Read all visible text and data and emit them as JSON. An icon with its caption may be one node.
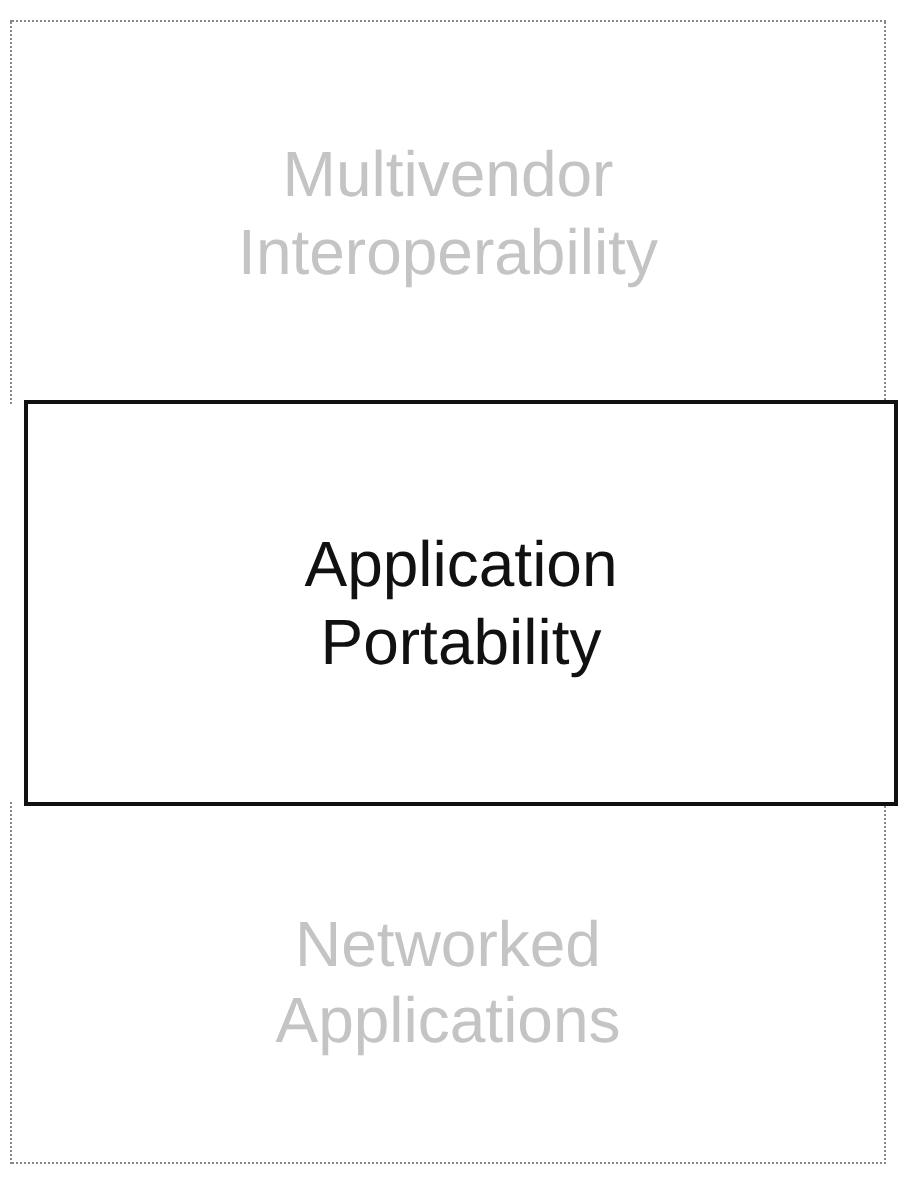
{
  "diagram": {
    "nodes": [
      {
        "text": [
          "Multivendor Interoperability"
        ]
      },
      {
        "text": [
          "Application Portability"
        ]
      },
      {
        "text": [
          "Networked Applications"
        ]
      }
    ]
  }
}
